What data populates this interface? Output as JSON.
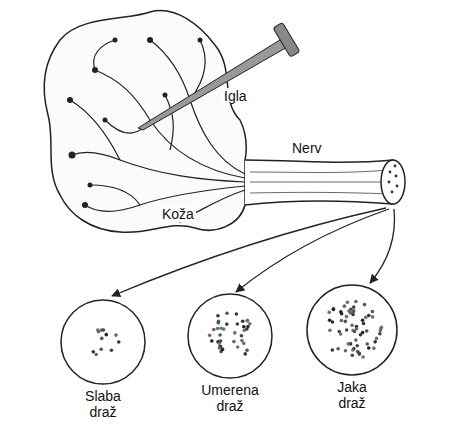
{
  "diagram": {
    "nodes": [
      {
        "text": [
          "Slaba draž"
        ]
      },
      {
        "text": [
          "Umerena draž"
        ]
      },
      {
        "text": [
          "Jaka draž"
        ]
      }
    ],
    "labels": [
      "Igla",
      "Nerv",
      "Koža"
    ]
  }
}
